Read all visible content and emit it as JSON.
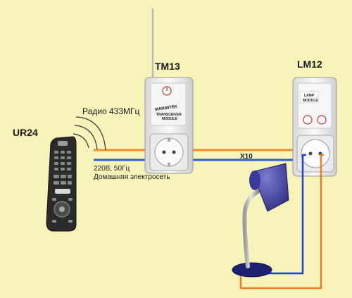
{
  "labels": {
    "remote": "UR24",
    "transceiver": "TM13",
    "lamp_module": "LM12",
    "radio": "Радио 433МГц",
    "mains_line1": "220В, 50Гц",
    "mains_line2": "Домашняя электросеть",
    "protocol": "X10"
  },
  "device_text": {
    "transceiver_brand": "MARMITEK",
    "transceiver_line1": "TRANSCEIVER",
    "transceiver_line2": "MODULE",
    "lamp_line1": "LAMP",
    "lamp_line2": "MODULE"
  },
  "colors": {
    "background": "#f7f4b9",
    "phase_wire": "#f28a2e",
    "neutral_wire": "#2f5fd0",
    "lamp_wire_blue": "#1f3fe0",
    "lamp_wire_orange": "#f07b25",
    "lamp_shade": "#4b4ba8",
    "lamp_arm": "#c8c8c8",
    "remote_body": "#2b2b2b",
    "module_body": "#f2f2f2"
  },
  "icons": [
    "antenna-icon",
    "radio-waves-icon",
    "remote-control-icon",
    "socket-icon",
    "desk-lamp-icon",
    "dial-icon"
  ]
}
